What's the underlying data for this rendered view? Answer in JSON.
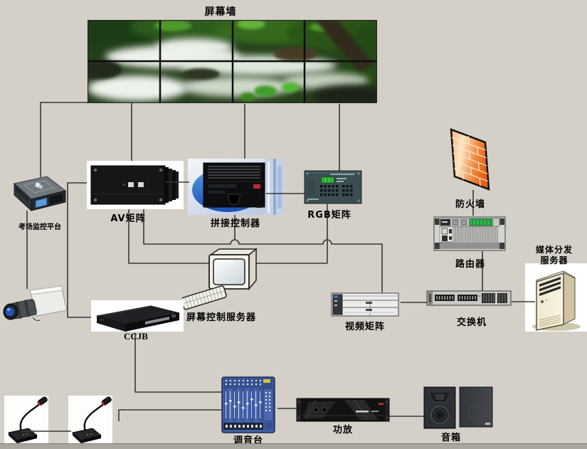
{
  "palette": {
    "background": "#d4d0c8",
    "connector_line": "#383838",
    "firewall_orange": "#ee7018",
    "controller_ellipse_blue": "#2a62c4",
    "router_display_green": "#30b850",
    "rgb_lcd_green": "#3ec83e",
    "mixer_blue": "#3f5fa8"
  },
  "nodes": {
    "screen_wall": {
      "label": "屏幕墙"
    },
    "exam_monitor_platform": {
      "label": "考场监控平台"
    },
    "av_matrix": {
      "label": "AV矩阵"
    },
    "splice_controller": {
      "label": "拼接控制器"
    },
    "rgb_matrix": {
      "label": "RGB矩阵"
    },
    "firewall": {
      "label": "防火墙"
    },
    "router": {
      "label": "路由器"
    },
    "media_server": {
      "label_line1": "媒体分发",
      "label_line2": "服务器"
    },
    "screen_control_server": {
      "label": "屏幕控制服务器"
    },
    "video_matrix": {
      "label": "视频矩阵"
    },
    "switch": {
      "label": "交换机"
    },
    "ccjb": {
      "label": "CCJB"
    },
    "mixer": {
      "label": "调音台"
    },
    "amplifier": {
      "label": "功放"
    },
    "speakers": {
      "label": "音箱"
    }
  }
}
